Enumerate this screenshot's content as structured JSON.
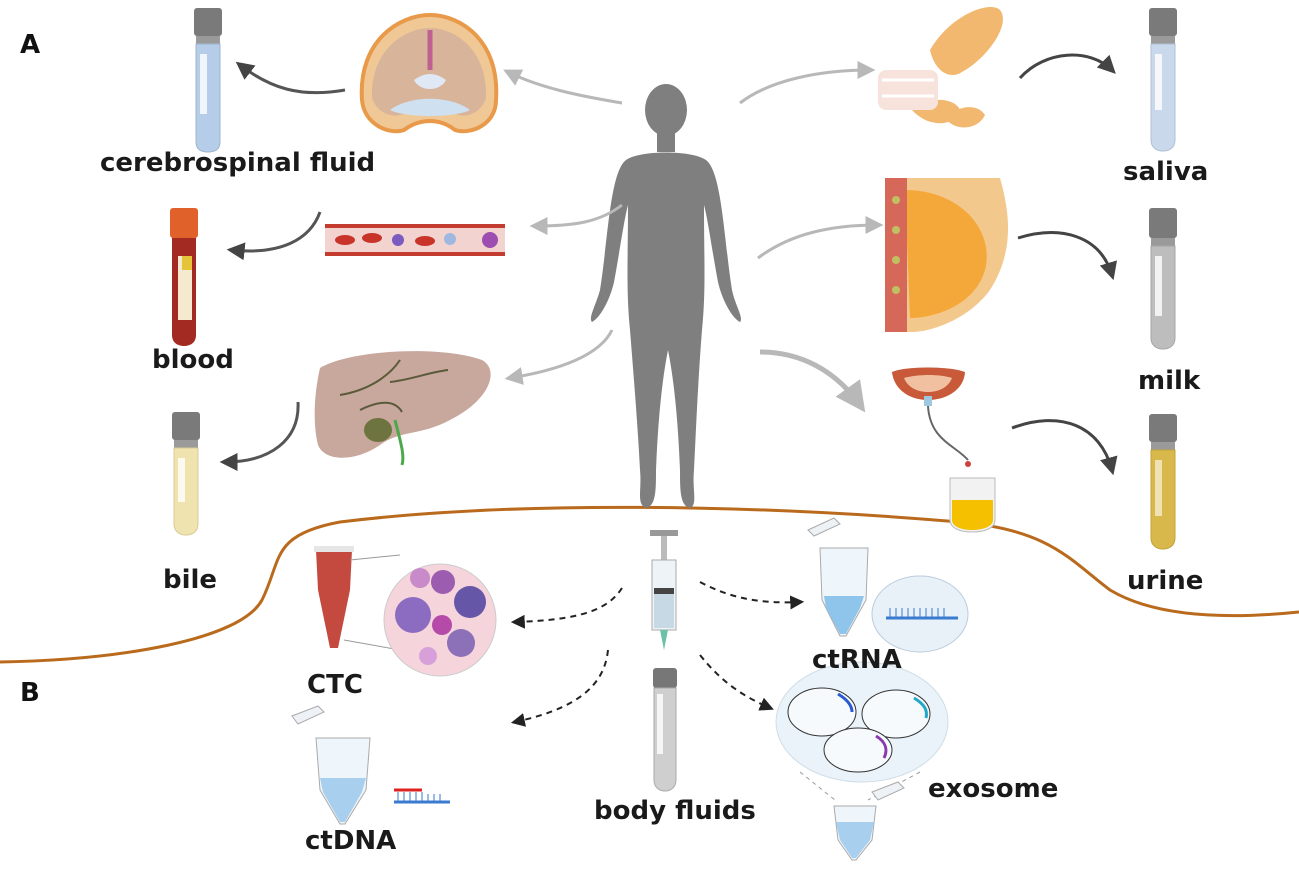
{
  "panels": {
    "a": "A",
    "b": "B"
  },
  "labels": {
    "csf": "cerebrospinal fluid",
    "blood": "blood",
    "bile": "bile",
    "saliva": "saliva",
    "milk": "milk",
    "urine": "urine",
    "ctc": "CTC",
    "ctdna": "ctDNA",
    "body_fluids": "body fluids",
    "ctrna": "ctRNA",
    "exosome": "exosome"
  },
  "colors": {
    "divider": "#b96a1c",
    "body": "#808080",
    "csf_tube": "#b5cde8",
    "blood_tube": "#a32a22",
    "blood_cap": "#e0622a",
    "bile_tube": "#efe3b0",
    "saliva_tube": "#cad8ec",
    "milk_tube": "#bdbdbd",
    "urine_tube": "#d8b84a"
  }
}
